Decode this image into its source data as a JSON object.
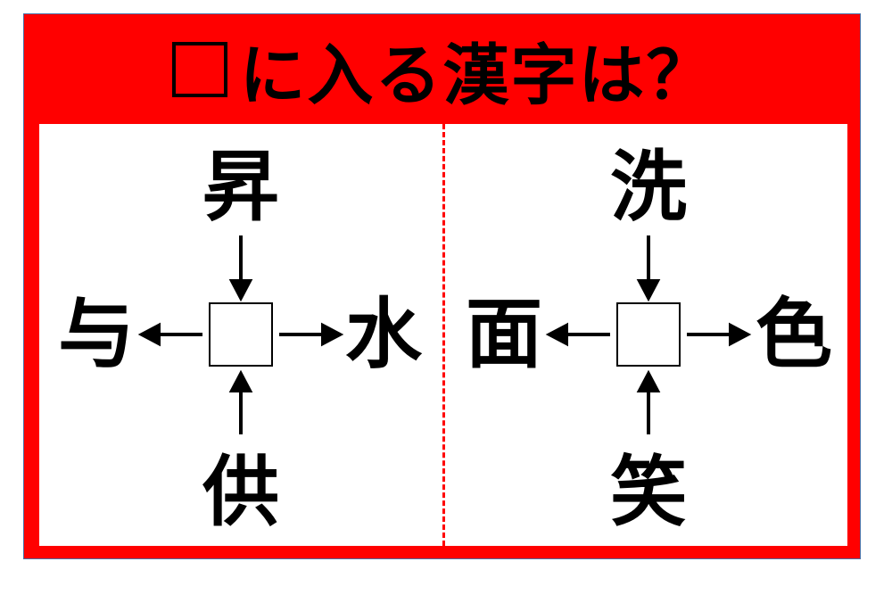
{
  "title": {
    "text": "に入る漢字は？",
    "box_symbol": "□"
  },
  "puzzles": [
    {
      "top": "昇",
      "left": "与",
      "right": "水",
      "bottom": "供"
    },
    {
      "top": "洗",
      "left": "面",
      "right": "色",
      "bottom": "笑"
    }
  ],
  "colors": {
    "frame": "#ff0000",
    "text": "#000000"
  }
}
